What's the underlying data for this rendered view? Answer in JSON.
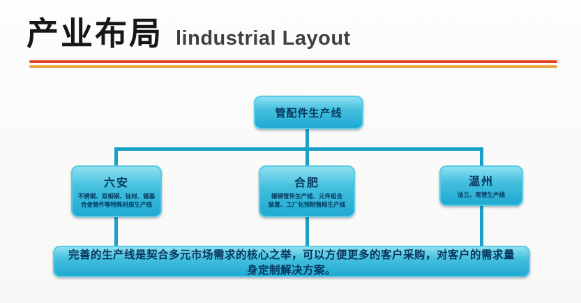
{
  "header": {
    "title_zh": "产业布局",
    "title_en": "lindustrial Layout"
  },
  "colors": {
    "box_fill_top": "#8fe0f1",
    "box_fill_bottom": "#1fa9d2",
    "box_border": "#55cbe6",
    "connector": "#1aa0c8",
    "rule_red": "#d63418",
    "rule_orange": "#dc8f22",
    "text_dark": "#06365c",
    "title_black": "#161616"
  },
  "diagram": {
    "root": {
      "label": "管配件生产线"
    },
    "children": [
      {
        "name": "六安",
        "desc": "不锈钢、双相钢、钛材、镍基\n合金管件等特殊材质生产线"
      },
      {
        "name": "合肥",
        "desc": "碳钢管件生产线、元件组合\n装置、工厂化预制管段生产线"
      },
      {
        "name": "温州",
        "desc": "法兰、弯管生产线"
      }
    ],
    "summary": "完善的生产线是契合多元市场需求的核心之举，可以方便更多的客户采购，对客户的需求量身定制解决方案。"
  }
}
